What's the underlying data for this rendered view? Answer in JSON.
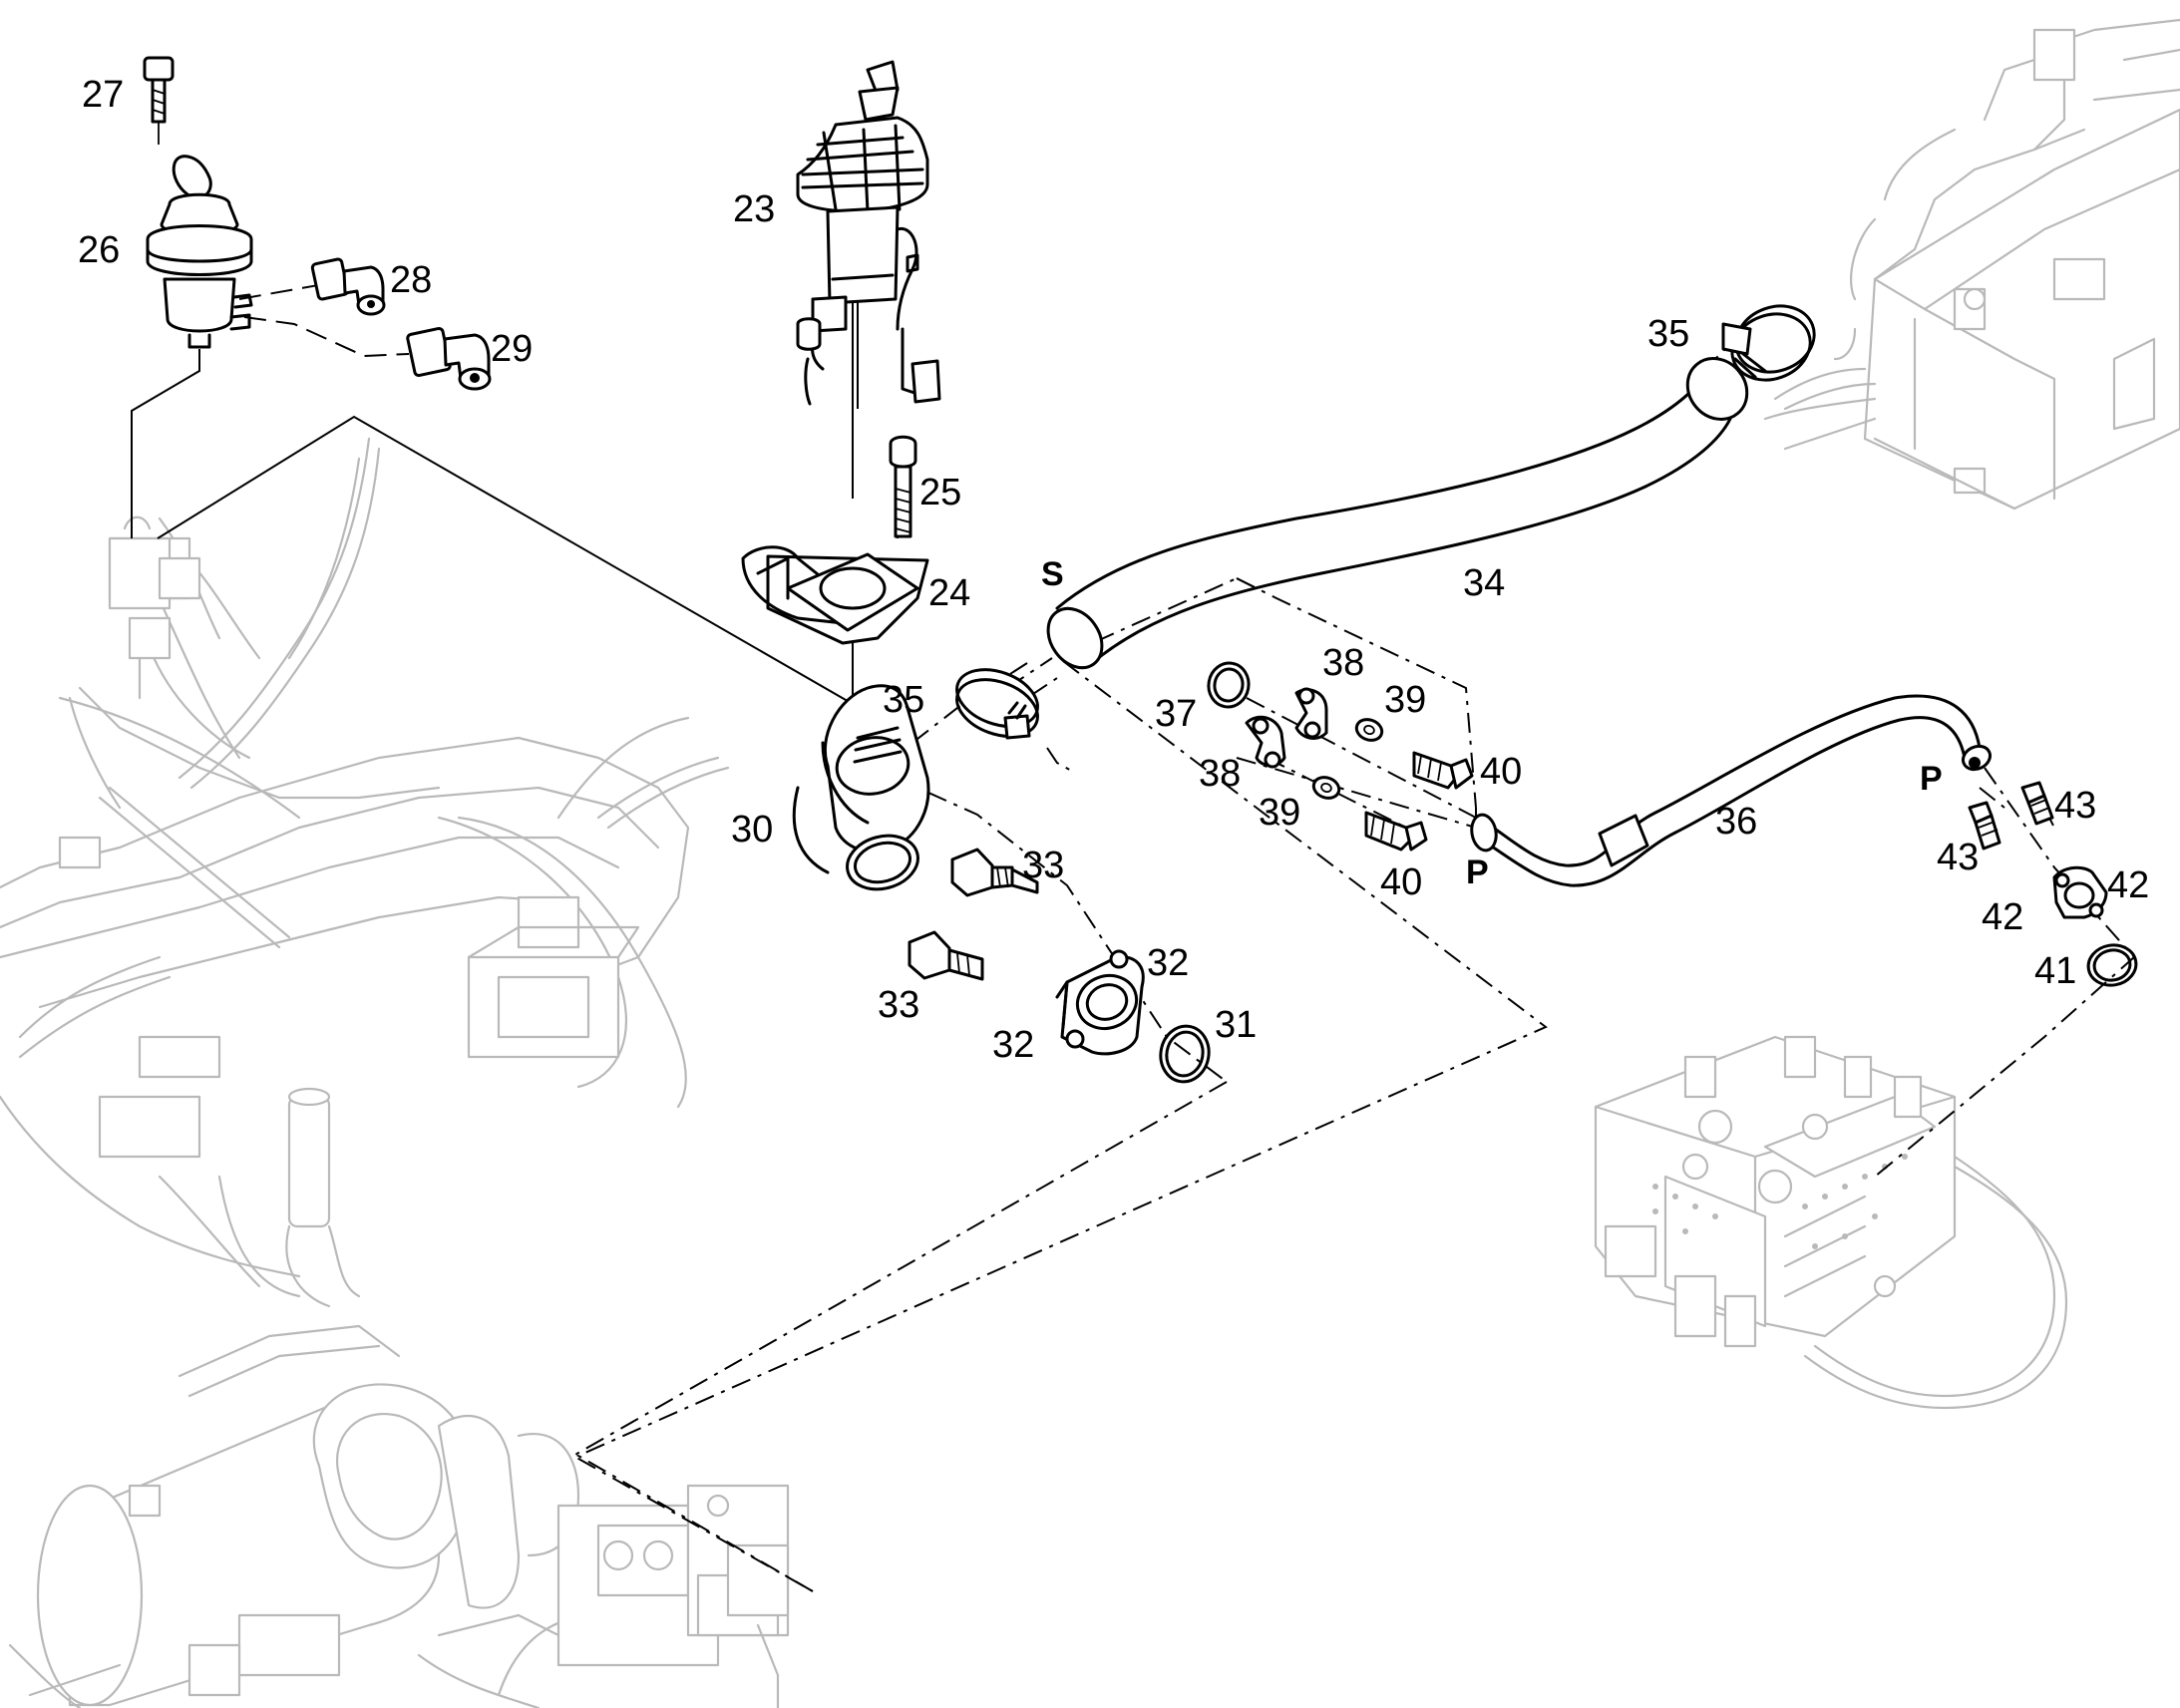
{
  "labels": {
    "l23": "23",
    "l24": "24",
    "l25": "25",
    "l26": "26",
    "l27": "27",
    "l28": "28",
    "l29": "29",
    "l30": "30",
    "l31": "31",
    "l32a": "32",
    "l32b": "32",
    "l33a": "33",
    "l33b": "33",
    "l34": "34",
    "l35a": "35",
    "l35b": "35",
    "l36": "36",
    "l37": "37",
    "l38a": "38",
    "l38b": "38",
    "l39a": "39",
    "l39b": "39",
    "l40a": "40",
    "l40b": "40",
    "l41": "41",
    "l42a": "42",
    "l42b": "42",
    "l43a": "43",
    "l43b": "43"
  },
  "ports": {
    "s": "S",
    "p1": "P",
    "p2": "P"
  }
}
